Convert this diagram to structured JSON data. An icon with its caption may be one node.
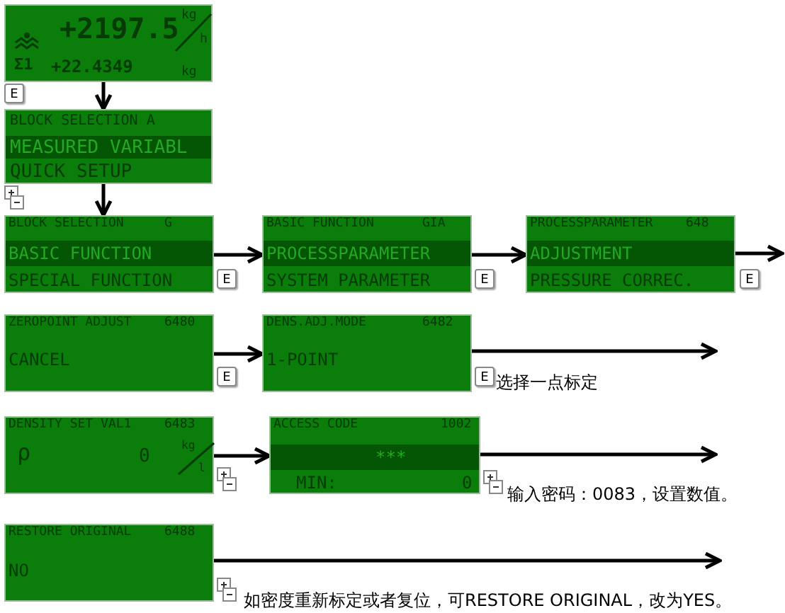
{
  "diagram": {
    "nodes": [
      {
        "text": [
          "+2197.5",
          "kg",
          "h",
          "Σ1",
          "+22.4349",
          "kg"
        ]
      },
      {
        "text": [
          "BLOCK SELECTION  A",
          "MEASURED VARIABL",
          "QUICK SETUP"
        ]
      },
      {
        "text": [
          "BLOCK SELECTION",
          "G",
          "BASIC FUNCTION",
          "SPECIAL FUNCTION"
        ]
      },
      {
        "text": [
          "BASIC FUNCTION",
          "GIA",
          "PROCESSPARAMETER",
          "SYSTEM PARAMETER"
        ]
      },
      {
        "text": [
          "PROCESSPARAMETER",
          "648",
          "ADJUSTMENT",
          "PRESSURE CORREC."
        ]
      },
      {
        "text": [
          "ZEROPOINT ADJUST",
          "6480",
          "CANCEL"
        ]
      },
      {
        "text": [
          "DENS.ADJ.MODE",
          "6482",
          "1-POINT"
        ]
      },
      {
        "text": [
          "DENSITY SET VAL1",
          "6483",
          "ρ",
          "0",
          "kg",
          "l"
        ]
      },
      {
        "text": [
          "ACCESS CODE",
          "1002",
          "***",
          "MIN:",
          "0"
        ]
      },
      {
        "text": [
          "RESTORE ORIGINAL",
          "6488",
          "NO"
        ]
      }
    ],
    "edges": [
      {
        "from": 0,
        "to": 1,
        "arrow": "to"
      },
      {
        "from": 1,
        "to": 2,
        "arrow": "to"
      },
      {
        "from": 2,
        "to": 3,
        "arrow": "to"
      },
      {
        "from": 3,
        "to": 4,
        "arrow": "to"
      },
      {
        "from": 4,
        "to": null,
        "arrow": "to"
      },
      {
        "from": 5,
        "to": 6,
        "arrow": "to"
      },
      {
        "from": 6,
        "to": null,
        "arrow": "to"
      },
      {
        "from": 7,
        "to": 8,
        "arrow": "to"
      },
      {
        "from": 8,
        "to": null,
        "arrow": "to"
      },
      {
        "from": 9,
        "to": null,
        "arrow": "to"
      }
    ],
    "labels": [
      "E",
      "E",
      "E",
      "E",
      "E",
      "E",
      "选择一点标定",
      "输入密码：0083，设置数值。",
      "如密度重新标定或者复位，可RESTORE ORIGINAL，改为YES。"
    ]
  }
}
